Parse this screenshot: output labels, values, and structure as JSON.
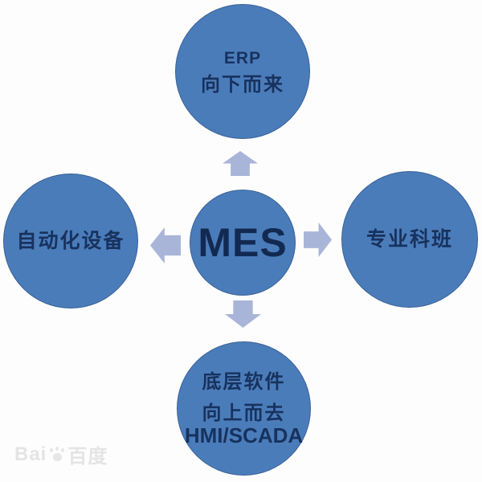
{
  "diagram": {
    "title_concept": "MES",
    "center": {
      "label": "MES"
    },
    "nodes": {
      "top": {
        "lines": [
          "ERP",
          "向下而来"
        ]
      },
      "left": {
        "lines": [
          "自动化设备"
        ]
      },
      "right": {
        "lines": [
          "专业科班"
        ]
      },
      "bottom": {
        "lines": [
          "底层软件",
          "向上而去",
          "HMI/SCADA"
        ]
      }
    },
    "arrows": [
      {
        "direction": "up",
        "from": "MES",
        "to": "ERP 向下而来"
      },
      {
        "direction": "left",
        "from": "MES",
        "to": "自动化设备"
      },
      {
        "direction": "right",
        "from": "MES",
        "to": "专业科班"
      },
      {
        "direction": "down",
        "from": "MES",
        "to": "底层软件 向上而去 HMI/SCADA"
      }
    ]
  },
  "colors": {
    "node_fill": "#4b7cba",
    "node_edge": "#23416e",
    "arrow_fill": "#a9b5d8",
    "label_text": "#17325e",
    "center_text": "#122a52",
    "background": "#fdfdfd",
    "watermark": "#e4e4e4"
  },
  "watermark": {
    "prefix": "Bai",
    "icon": "baidu-paw",
    "suffix": "百度"
  }
}
